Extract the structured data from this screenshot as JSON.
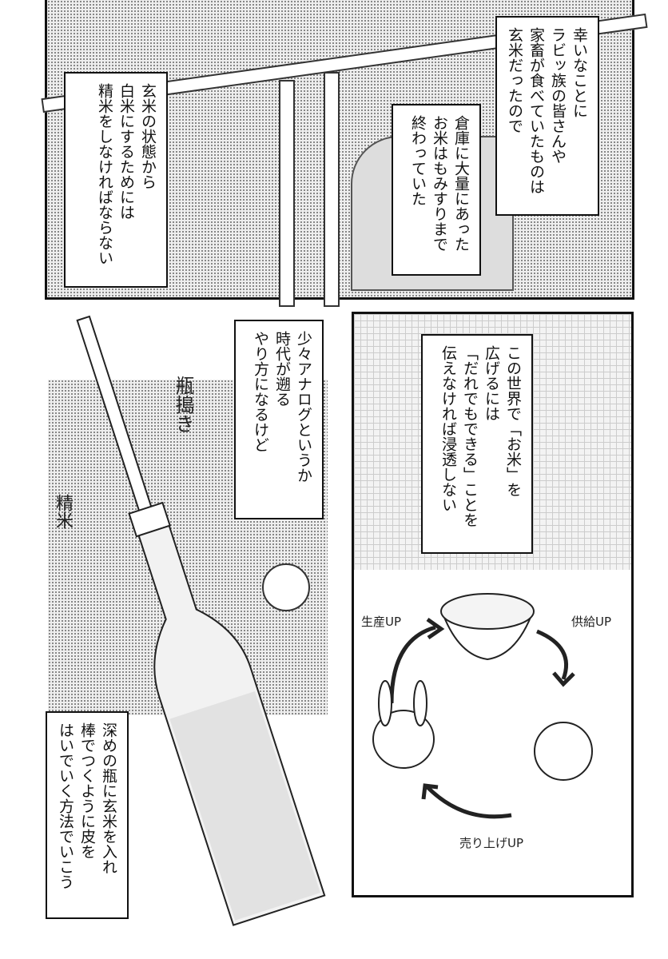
{
  "panel1": {
    "box1": [
      "幸いなことに",
      "ラビッ族の皆さんや",
      "家畜が食べていたものは",
      "玄米だったので"
    ],
    "box2": [
      "倉庫に大量にあった",
      "お米はもみすりまで",
      "終わっていた"
    ],
    "box3": [
      "玄米の状態から",
      "白米にするためには",
      "精米をしなければならない"
    ]
  },
  "panel2": {
    "box4": [
      "少々アナログというか",
      "時代が遡る",
      "やり方になるけど"
    ],
    "sfx_bottle": "瓶搗き",
    "sfx_polish": "精米",
    "box6": [
      "深めの瓶に玄米を入れ",
      "棒でつくように皮を",
      "はいでいく方法でいこう"
    ]
  },
  "panel3": {
    "box5": [
      "この世界で「お米」を",
      "広げるには",
      "「だれでもできる」ことを",
      "伝えなければ浸透しない"
    ],
    "cycle": {
      "production": "生産UP",
      "supply": "供給UP",
      "sales": "売り上げUP"
    }
  }
}
